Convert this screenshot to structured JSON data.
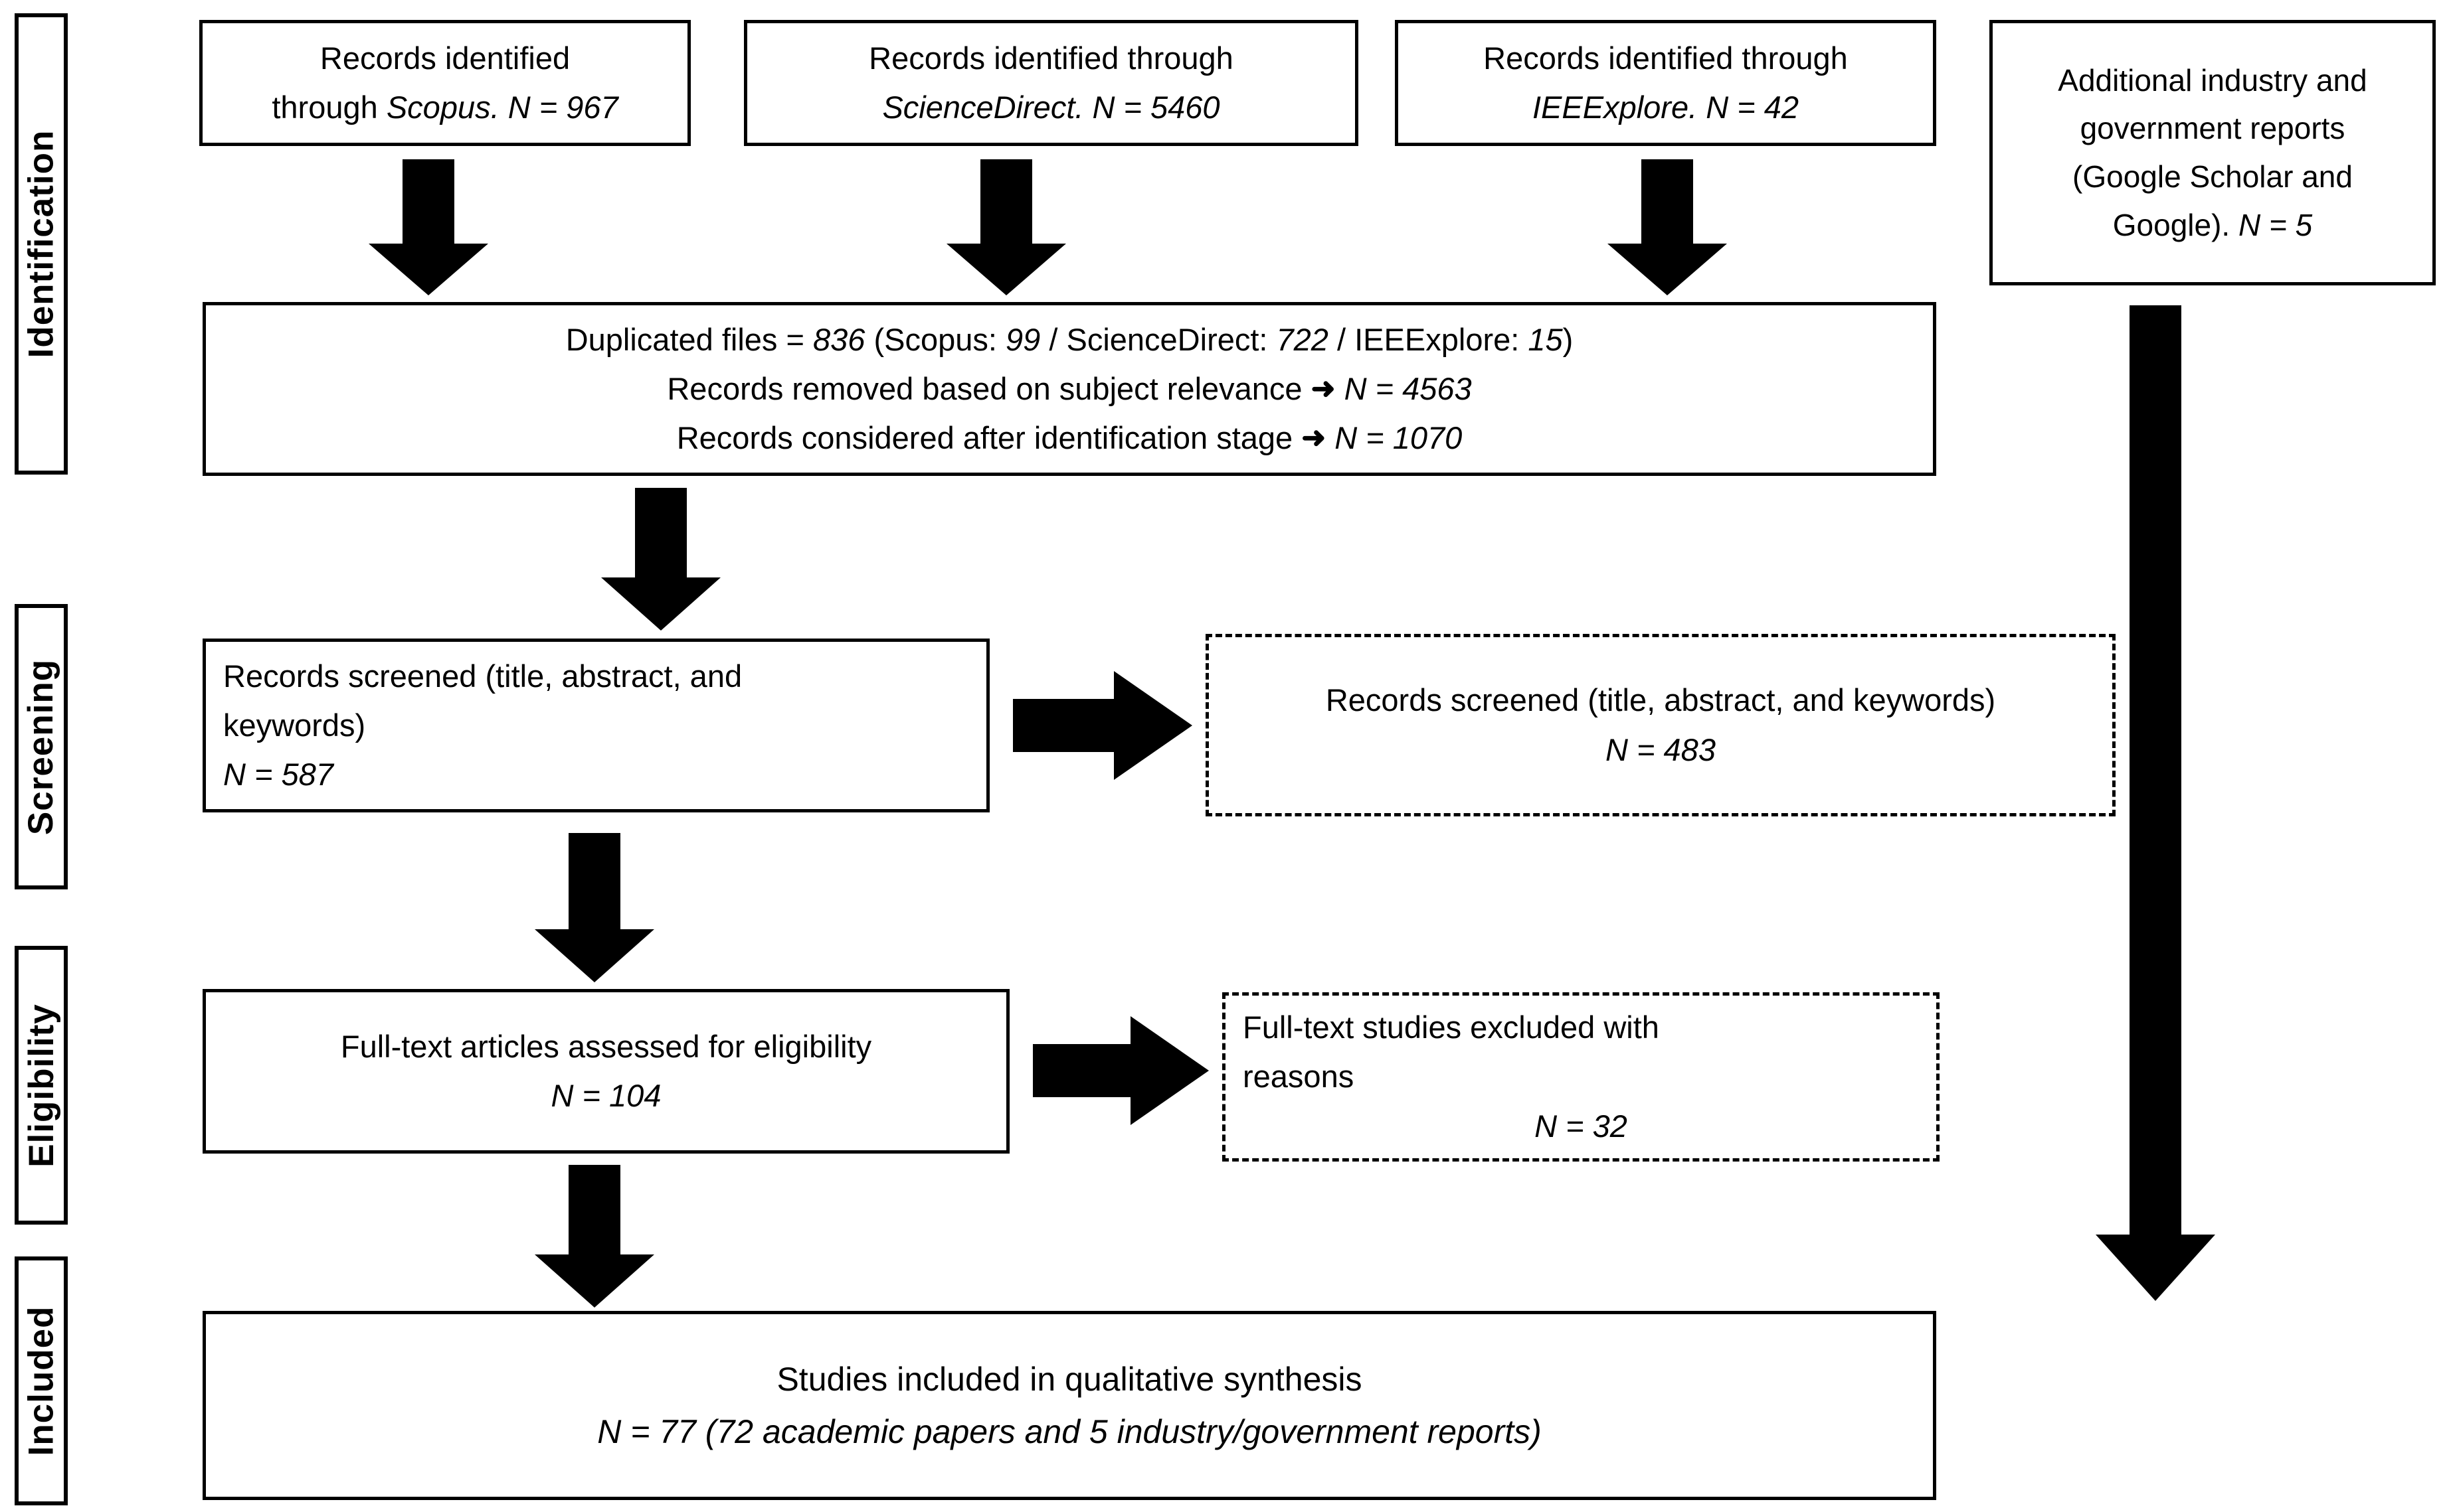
{
  "diagram": {
    "title": "PRISMA flow diagram",
    "ink_color": "#000000",
    "background_color": "#ffffff"
  },
  "stages": [
    {
      "id": "identification",
      "label": "Identification"
    },
    {
      "id": "screening",
      "label": "Screening"
    },
    {
      "id": "eligibility",
      "label": "Eligibility"
    },
    {
      "id": "included",
      "label": "Included"
    }
  ],
  "sources": [
    {
      "id": "scopus",
      "line1": "Records identified",
      "line2_prefix": "through ",
      "line2_italic": "Scopus. N = 967",
      "database": "Scopus",
      "n": 967
    },
    {
      "id": "sciencedirect",
      "line1": "Records identified through",
      "line2_prefix": "",
      "line2_italic": "ScienceDirect. N = 5460",
      "database": "ScienceDirect",
      "n": 5460
    },
    {
      "id": "ieeexplore",
      "line1": "Records identified through",
      "line2_prefix": "",
      "line2_italic": "IEEExplore. N = 42",
      "database": "IEEExplore",
      "n": 42
    }
  ],
  "additional_sources": {
    "id": "additional-reports",
    "line1": "Additional industry and",
    "line2": "government reports",
    "line3": "(Google Scholar and",
    "line4_prefix": "Google). ",
    "line4_italic": "N = 5",
    "n": 5
  },
  "identification_summary": {
    "id": "identification-summary",
    "line1_prefix": "Duplicated files = ",
    "line1_value": "836",
    "line1_suffix_prefix": " (Scopus: ",
    "line1_scopus": "99",
    "line1_mid1": " / ScienceDirect: ",
    "line1_sciencedirect": "722",
    "line1_mid2": " / IEEExplore: ",
    "line1_ieeexplore": "15",
    "line1_end": ")",
    "line2_label": "Records removed based on subject relevance",
    "line2_arrow": "➜",
    "line2_value": "N = 4563",
    "line3_label": "Records considered after identification stage",
    "line3_arrow": "➜",
    "line3_value": "N = 1070",
    "duplicated_total": 836,
    "removed_subject_relevance": 4563,
    "considered_after_identification": 1070
  },
  "screening": {
    "kept": {
      "id": "records-screened",
      "line1": "Records screened (title, abstract, and",
      "line2": "keywords)",
      "n_label": "N = 587",
      "n": 587
    },
    "excluded": {
      "id": "records-screened-excluded",
      "line1": "Records screened (title, abstract, and keywords)",
      "n_label": "N = 483",
      "n": 483
    }
  },
  "eligibility": {
    "kept": {
      "id": "full-text-assessed",
      "line1": "Full-text articles assessed for eligibility",
      "n_label": "N = 104",
      "n": 104
    },
    "excluded": {
      "id": "full-text-excluded",
      "line1": "Full-text studies excluded with",
      "line2": "reasons",
      "n_label": "N = 32",
      "n": 32
    }
  },
  "included": {
    "id": "studies-included",
    "line1": "Studies included in qualitative synthesis",
    "line2": "N = 77 (72 academic papers and 5 industry/government reports)",
    "n": 77,
    "academic_papers": 72,
    "industry_government_reports": 5
  }
}
